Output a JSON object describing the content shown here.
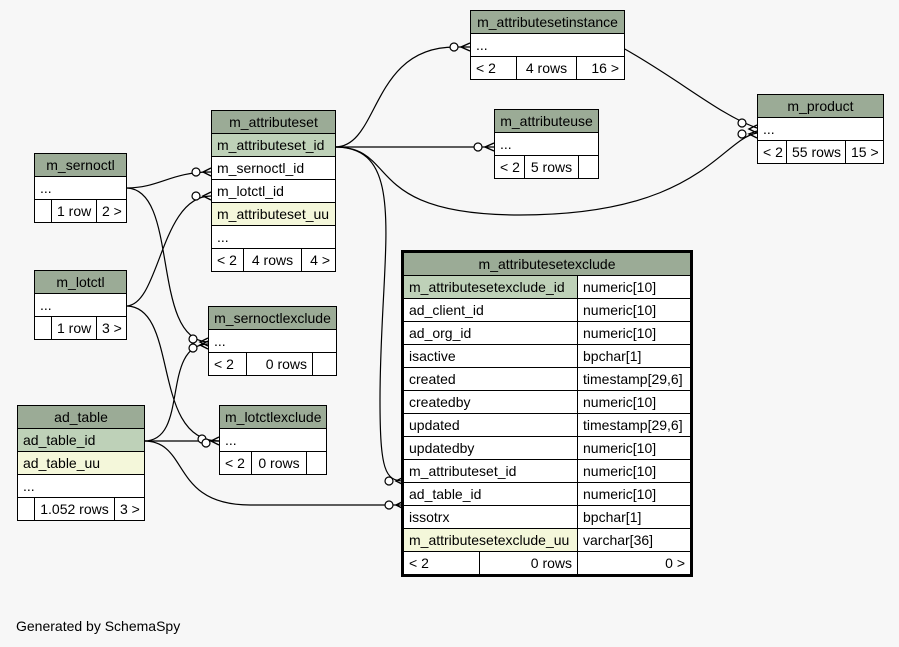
{
  "footer": "Generated by SchemaSpy",
  "colors": {
    "header": "#9bab96",
    "primary_key": "#bed1b8",
    "unique": "#f4f7da",
    "background": "#f7f7f7"
  },
  "tables": {
    "m_attributesetinstance": {
      "name": "m_attributesetinstance",
      "more": "...",
      "parents": "< 2",
      "rows": "4 rows",
      "children": "16 >"
    },
    "m_attributeuse": {
      "name": "m_attributeuse",
      "more": "...",
      "parents": "< 2",
      "rows": "5 rows",
      "children": ""
    },
    "m_product": {
      "name": "m_product",
      "more": "...",
      "parents": "< 2",
      "rows": "55 rows",
      "children": "15 >"
    },
    "m_attributeset": {
      "name": "m_attributeset",
      "columns": [
        "m_attributeset_id",
        "m_sernoctl_id",
        "m_lotctl_id",
        "m_attributeset_uu"
      ],
      "more": "...",
      "parents": "< 2",
      "rows": "4 rows",
      "children": "4 >"
    },
    "m_sernoctl": {
      "name": "m_sernoctl",
      "more": "...",
      "parents": "",
      "rows": "1 row",
      "children": "2 >"
    },
    "m_lotctl": {
      "name": "m_lotctl",
      "more": "...",
      "parents": "",
      "rows": "1 row",
      "children": "3 >"
    },
    "m_sernoctlexclude": {
      "name": "m_sernoctlexclude",
      "more": "...",
      "parents": "< 2",
      "rows": "0 rows",
      "children": ""
    },
    "m_lotctlexclude": {
      "name": "m_lotctlexclude",
      "more": "...",
      "parents": "< 2",
      "rows": "0 rows",
      "children": ""
    },
    "ad_table": {
      "name": "ad_table",
      "columns": [
        "ad_table_id",
        "ad_table_uu"
      ],
      "more": "...",
      "parents": "",
      "rows": "1.052 rows",
      "children": "3 >"
    },
    "m_attributesetexclude": {
      "name": "m_attributesetexclude",
      "columns": [
        {
          "name": "m_attributesetexclude_id",
          "type": "numeric[10]"
        },
        {
          "name": "ad_client_id",
          "type": "numeric[10]"
        },
        {
          "name": "ad_org_id",
          "type": "numeric[10]"
        },
        {
          "name": "isactive",
          "type": "bpchar[1]"
        },
        {
          "name": "created",
          "type": "timestamp[29,6]"
        },
        {
          "name": "createdby",
          "type": "numeric[10]"
        },
        {
          "name": "updated",
          "type": "timestamp[29,6]"
        },
        {
          "name": "updatedby",
          "type": "numeric[10]"
        },
        {
          "name": "m_attributeset_id",
          "type": "numeric[10]"
        },
        {
          "name": "ad_table_id",
          "type": "numeric[10]"
        },
        {
          "name": "issotrx",
          "type": "bpchar[1]"
        },
        {
          "name": "m_attributesetexclude_uu",
          "type": "varchar[36]"
        }
      ],
      "parents": "< 2",
      "rows": "0 rows",
      "children": "0 >"
    }
  }
}
